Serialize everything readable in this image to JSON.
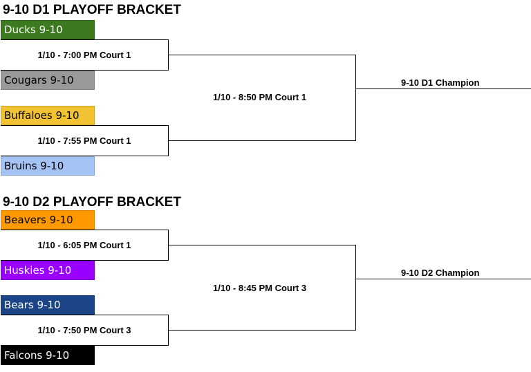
{
  "brackets": [
    {
      "title": "9-10 D1 PLAYOFF BRACKET",
      "teams": [
        {
          "name": "Ducks 9-10",
          "color": "#3b7a1f",
          "text_color": "#ffffff"
        },
        {
          "name": "Cougars 9-10",
          "color": "#999999",
          "text_color": "#000000"
        },
        {
          "name": "Buffaloes 9-10",
          "color": "#f1c232",
          "text_color": "#000000"
        },
        {
          "name": "Bruins 9-10",
          "color": "#a4c2f4",
          "text_color": "#000000"
        }
      ],
      "games": [
        "1/10 - 7:00 PM Court 1",
        "1/10 - 7:55 PM Court 1"
      ],
      "final": "1/10 - 8:50 PM Court 1",
      "champion": "9-10 D1 Champion"
    },
    {
      "title": "9-10 D2 PLAYOFF BRACKET",
      "teams": [
        {
          "name": "Beavers 9-10",
          "color": "#ff9900",
          "text_color": "#000000"
        },
        {
          "name": "Huskies 9-10",
          "color": "#9900ff",
          "text_color": "#ffffff"
        },
        {
          "name": "Bears 9-10",
          "color": "#1c4587",
          "text_color": "#ffffff"
        },
        {
          "name": "Falcons 9-10",
          "color": "#000000",
          "text_color": "#ffffff"
        }
      ],
      "games": [
        "1/10 - 6:05 PM Court 1",
        "1/10 - 7:50 PM Court 3"
      ],
      "final": "1/10 - 8:45 PM Court 3",
      "champion": "9-10 D2 Champion"
    }
  ]
}
